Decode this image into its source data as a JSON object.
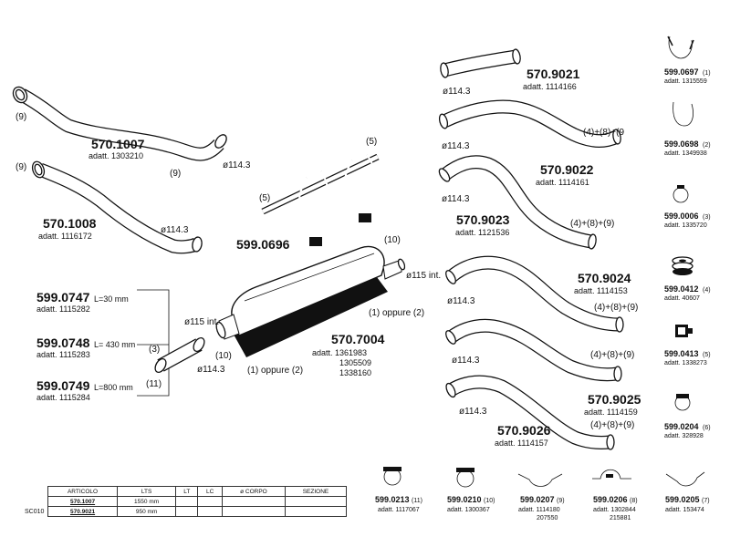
{
  "parts": {
    "p5701007": {
      "code": "570.1007",
      "adatt": "adatt. 1303210",
      "tag_left": "(9)",
      "tag_right": "(9)",
      "dia": "ø114.3"
    },
    "p5701008": {
      "code": "570.1008",
      "adatt": "adatt. 1116172",
      "tag_left": "(9)",
      "dia": "ø114.3"
    },
    "p5999696": {
      "code": "599.0696",
      "tag_top": "(5)",
      "tag_left": "(5)"
    },
    "p5700747": {
      "code": "599.0747",
      "len": "L=30   mm",
      "adatt": "adatt. 1115282"
    },
    "p5700748": {
      "code": "599.0748",
      "len": "L=  430  mm",
      "adatt": "adatt. 1115283"
    },
    "p5700749": {
      "code": "599.0749",
      "len": "L=800  mm",
      "adatt": "adatt. 1115284"
    },
    "clamp_tags": {
      "t3": "(3)",
      "t11": "(11)"
    },
    "muffler": {
      "code": "570.7004",
      "adatt1": "adatt. 1361983",
      "adatt2": "1305509",
      "adatt3": "1338160",
      "inlet": "ø115  int.",
      "outlet": "ø115  int.",
      "oppure1": "(1) oppure (2)",
      "oppure2": "(1) oppure (2)",
      "t10a": "(10)",
      "t10b": "(10)",
      "pipe_dia": "ø114.3"
    },
    "p5709021": {
      "code": "570.9021",
      "adatt": "adatt. 1114166",
      "dia": "ø114.3"
    },
    "p5709022": {
      "code": "570.9022",
      "adatt": "adatt. 1114161",
      "dia": "ø114.3",
      "tags": "(4)+(8)+(9"
    },
    "p5709023": {
      "code": "570.9023",
      "adatt": "adatt. 1121536",
      "dia": "ø114.3",
      "tags": "(4)+(8)+(9)"
    },
    "p5709024": {
      "code": "570.9024",
      "adatt": "adatt. 1114153",
      "dia": "ø114.3",
      "tags": "(4)+(8)+(9)"
    },
    "p5709025": {
      "code": "570.9025",
      "adatt": "adatt. 1114159",
      "dia": "ø114.3",
      "tags": "(4)+(8)+(9)"
    },
    "p5709026": {
      "code": "570.9026",
      "adatt": "adatt. 1114157",
      "dia": "ø114.3",
      "tags": "(4)+(8)+(9)"
    },
    "p5709025b": {
      "tags": "(4)+(8)+(9)"
    }
  },
  "accessories_right": [
    {
      "code": "599.0697",
      "tag": "(1)",
      "adatt": "adatt. 1315559",
      "icon": "u-bolt-icon"
    },
    {
      "code": "599.0698",
      "tag": "(2)",
      "adatt": "adatt. 1349938",
      "icon": "u-bolt-icon"
    },
    {
      "code": "599.0006",
      "tag": "(3)",
      "adatt": "adatt. 1335720",
      "icon": "ring-clamp-icon"
    },
    {
      "code": "599.0412",
      "tag": "(4)",
      "adatt": "adatt. 40607",
      "icon": "gasket-stack-icon"
    },
    {
      "code": "599.0413",
      "tag": "(5)",
      "adatt": "adatt. 1338273",
      "icon": "rubber-mount-icon"
    },
    {
      "code": "599.0204",
      "tag": "(6)",
      "adatt": "adatt. 328928",
      "icon": "band-clamp-icon"
    }
  ],
  "accessories_bottom": [
    {
      "code": "599.0213",
      "tag": "(11)",
      "adatt": "adatt. 1117067",
      "adatt2": "",
      "icon": "band-clamp-icon"
    },
    {
      "code": "599.0210",
      "tag": "(10)",
      "adatt": "adatt. 1300367",
      "adatt2": "",
      "icon": "band-clamp-icon"
    },
    {
      "code": "599.0207",
      "tag": "(9)",
      "adatt": "adatt. 1114180",
      "adatt2": "207550",
      "icon": "bracket-icon"
    },
    {
      "code": "599.0206",
      "tag": "(8)",
      "adatt": "adatt. 1302844",
      "adatt2": "215881",
      "icon": "bracket-icon"
    },
    {
      "code": "599.0205",
      "tag": "(7)",
      "adatt": "adatt. 153474",
      "adatt2": "",
      "icon": "bracket-icon"
    }
  ],
  "table": {
    "headers": [
      "ARTICOLO",
      "LTS",
      "LT",
      "LC",
      "ø CORPO",
      "SEZIONE"
    ],
    "rows": [
      [
        "570.1007",
        "1550 mm",
        "",
        "",
        "",
        ""
      ],
      [
        "570.9021",
        "950 mm",
        "",
        "",
        "",
        ""
      ]
    ],
    "row_label": "SC010"
  }
}
